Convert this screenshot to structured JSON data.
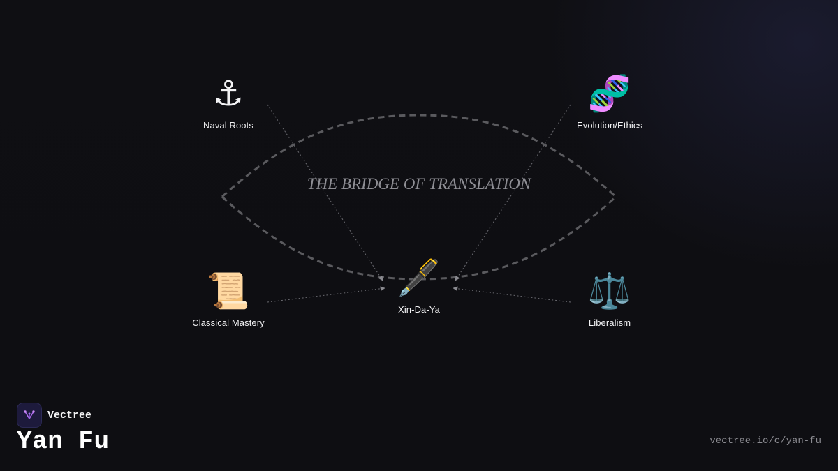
{
  "diagram": {
    "title": "THE BRIDGE OF TRANSLATION",
    "nodes": [
      {
        "id": "naval",
        "label": "Naval Roots",
        "glyph": "⚓",
        "icon": "anchor-icon"
      },
      {
        "id": "evolution",
        "label": "Evolution/Ethics",
        "glyph": "🧬",
        "icon": "dna-icon"
      },
      {
        "id": "classical",
        "label": "Classical Mastery",
        "glyph": "📜",
        "icon": "scroll-icon"
      },
      {
        "id": "xin",
        "label": "Xin-Da-Ya",
        "glyph": "🖋️",
        "icon": "fountain-pen-icon"
      },
      {
        "id": "liberalism",
        "label": "Liberalism",
        "glyph": "⚖️",
        "icon": "scales-icon"
      }
    ],
    "edges": [
      {
        "from": "naval",
        "to": "xin"
      },
      {
        "from": "evolution",
        "to": "xin"
      },
      {
        "from": "classical",
        "to": "xin"
      },
      {
        "from": "liberalism",
        "to": "xin"
      }
    ]
  },
  "footer": {
    "brand": "Vectree",
    "brand_icon": "vectree-logo-icon",
    "headline": "Yan Fu",
    "url": "vectree.io/c/yan-fu"
  },
  "colors": {
    "background": "#0e0e12",
    "arc": "#5a5a5e",
    "edge": "#6a6a70",
    "brand_accent": "#b06cf0"
  }
}
